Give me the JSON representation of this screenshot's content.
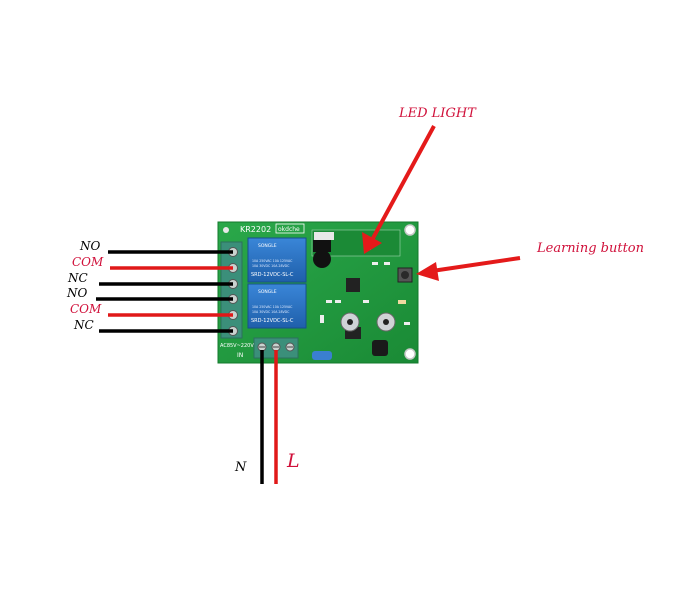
{
  "board": {
    "model": "KR2202",
    "brand": "okdche",
    "power_label": "AC85V~220V",
    "input_label": "IN",
    "relay_brand": "SONGLE",
    "relay_model": "SRD-12VDC-SL-C",
    "relay_rating_1": "10A 250VAC 10A 125VAC",
    "relay_rating_2": "10A 30VDC 10A 28VDC"
  },
  "terminals": [
    {
      "label": "NO",
      "wire": "black"
    },
    {
      "label": "COM",
      "wire": "red"
    },
    {
      "label": "NC",
      "wire": "black"
    },
    {
      "label": "NO",
      "wire": "black"
    },
    {
      "label": "COM",
      "wire": "red"
    },
    {
      "label": "NC",
      "wire": "black"
    }
  ],
  "inputs": [
    {
      "label": "N",
      "wire": "black"
    },
    {
      "label": "L",
      "wire": "red"
    }
  ],
  "callouts": {
    "led": "LED LIGHT",
    "learn": "Learning button"
  },
  "colors": {
    "pcb": "#1f9a3c",
    "terminal_block": "#3b8f7a",
    "relay": "#2a6fbf",
    "wire_black": "#000000",
    "wire_red": "#e01818",
    "callout_text": "#d0103a",
    "arrow": "#e41a1a"
  }
}
